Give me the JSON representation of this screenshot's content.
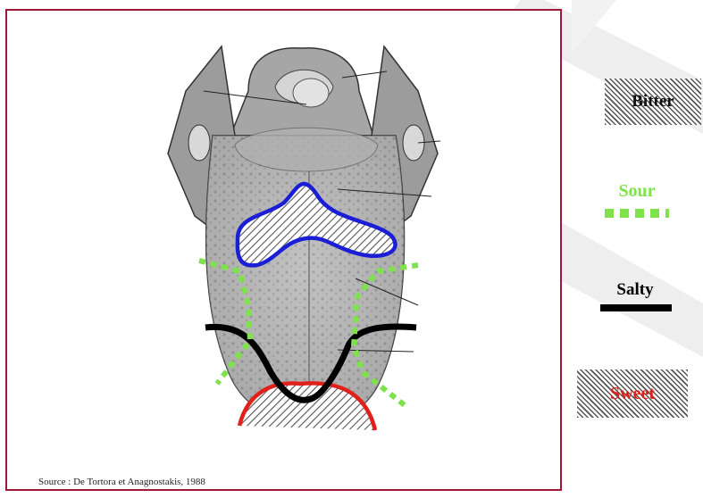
{
  "source": "Source :  De Tortora et Anagnostakis, 1988",
  "legend": {
    "bitter": "Bitter",
    "sour": "Sour",
    "salty": "Salty",
    "sweet": "Sweet"
  },
  "colors": {
    "frame": "#a0183a",
    "bitter_outline": "#1a1fd6",
    "sour_dots": "#7ee24a",
    "salty_line": "#000000",
    "sweet_line": "#e0201a"
  }
}
